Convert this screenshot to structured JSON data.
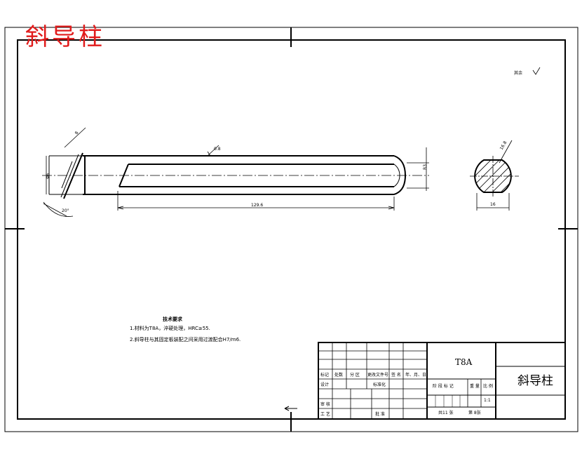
{
  "stamp_title": "斜导柱",
  "roughness_note": "其余",
  "dimensions": {
    "length": "129.6",
    "diameter_left": "Φ6",
    "angle": "20°",
    "chamfer": "8",
    "surface_mark": "0.8",
    "end_radius": "R3",
    "section_dim": "16",
    "section_top": "16.8"
  },
  "tech_requirements": {
    "heading": "技术要求",
    "lines": [
      "1.材料为T8A，淬硬处理，HRC≥55.",
      "2.斜导柱与其固定板装配之间采用过渡配合H7/m6."
    ]
  },
  "title_block": {
    "material": "T8A",
    "part_name": "斜导柱",
    "scale_value": "1:1",
    "headers": [
      "标记",
      "处数",
      "分 区",
      "更改文件号",
      "签 名",
      "年、月、日"
    ],
    "row_design": [
      "设计",
      "",
      "",
      "标准化",
      "",
      ""
    ],
    "row_review": "审 核",
    "row_process": "工 艺",
    "approve": "批 准",
    "stage_labels": [
      "阶 段 标 记",
      "重 量",
      "比 例"
    ],
    "sheet_info": [
      "共11 张",
      "第 8张"
    ]
  }
}
